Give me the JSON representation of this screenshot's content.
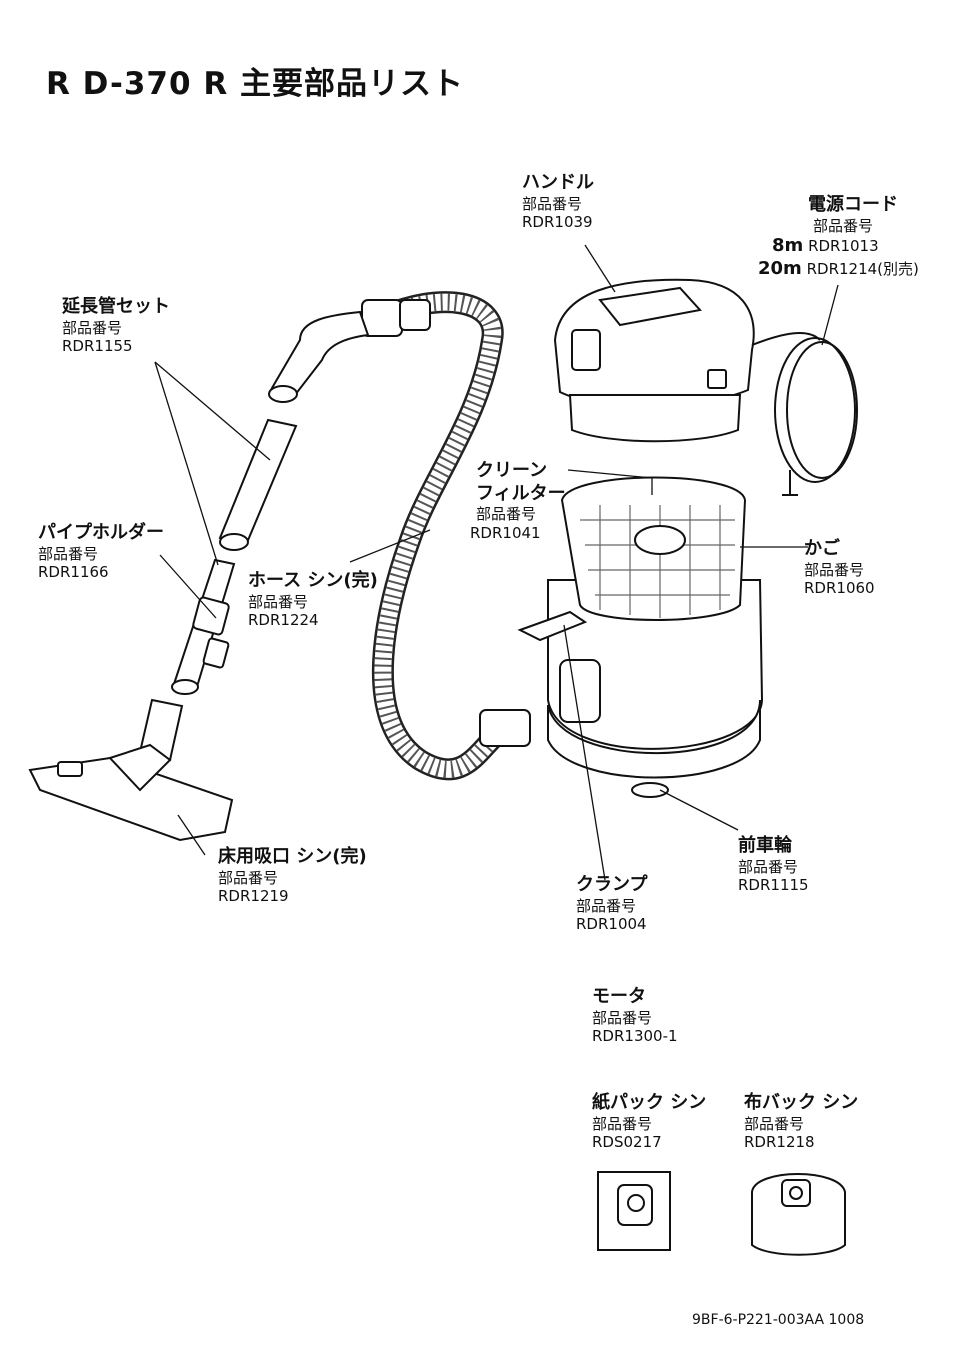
{
  "title": "R D-370 R 主要部品リスト",
  "part_no_label": "部品番号",
  "parts": {
    "handle": {
      "name": "ハンドル",
      "number": "RDR1039"
    },
    "cord": {
      "name": "電源コード",
      "len1": "8m",
      "num1": "RDR1013",
      "len2": "20m",
      "num2": "RDR1214(別売)"
    },
    "ext_pipe": {
      "name": "延長管セット",
      "number": "RDR1155"
    },
    "clean_filter": {
      "name1": "クリーン",
      "name2": "フィルター",
      "number": "RDR1041"
    },
    "pipe_holder": {
      "name": "パイプホルダー",
      "number": "RDR1166"
    },
    "hose": {
      "name": "ホース シン(完)",
      "number": "RDR1224"
    },
    "basket": {
      "name": "かご",
      "number": "RDR1060"
    },
    "front_wheel": {
      "name": "前車輪",
      "number": "RDR1115"
    },
    "floor_nozzle": {
      "name": "床用吸口 シン(完)",
      "number": "RDR1219"
    },
    "clamp": {
      "name": "クランプ",
      "number": "RDR1004"
    },
    "motor": {
      "name": "モータ",
      "number": "RDR1300-1"
    },
    "paper_pack": {
      "name": "紙パック シン",
      "number": "RDS0217"
    },
    "cloth_bag": {
      "name": "布バック シン",
      "number": "RDR1218"
    }
  },
  "footer_code": "9BF-6-P221-003AA 1008"
}
